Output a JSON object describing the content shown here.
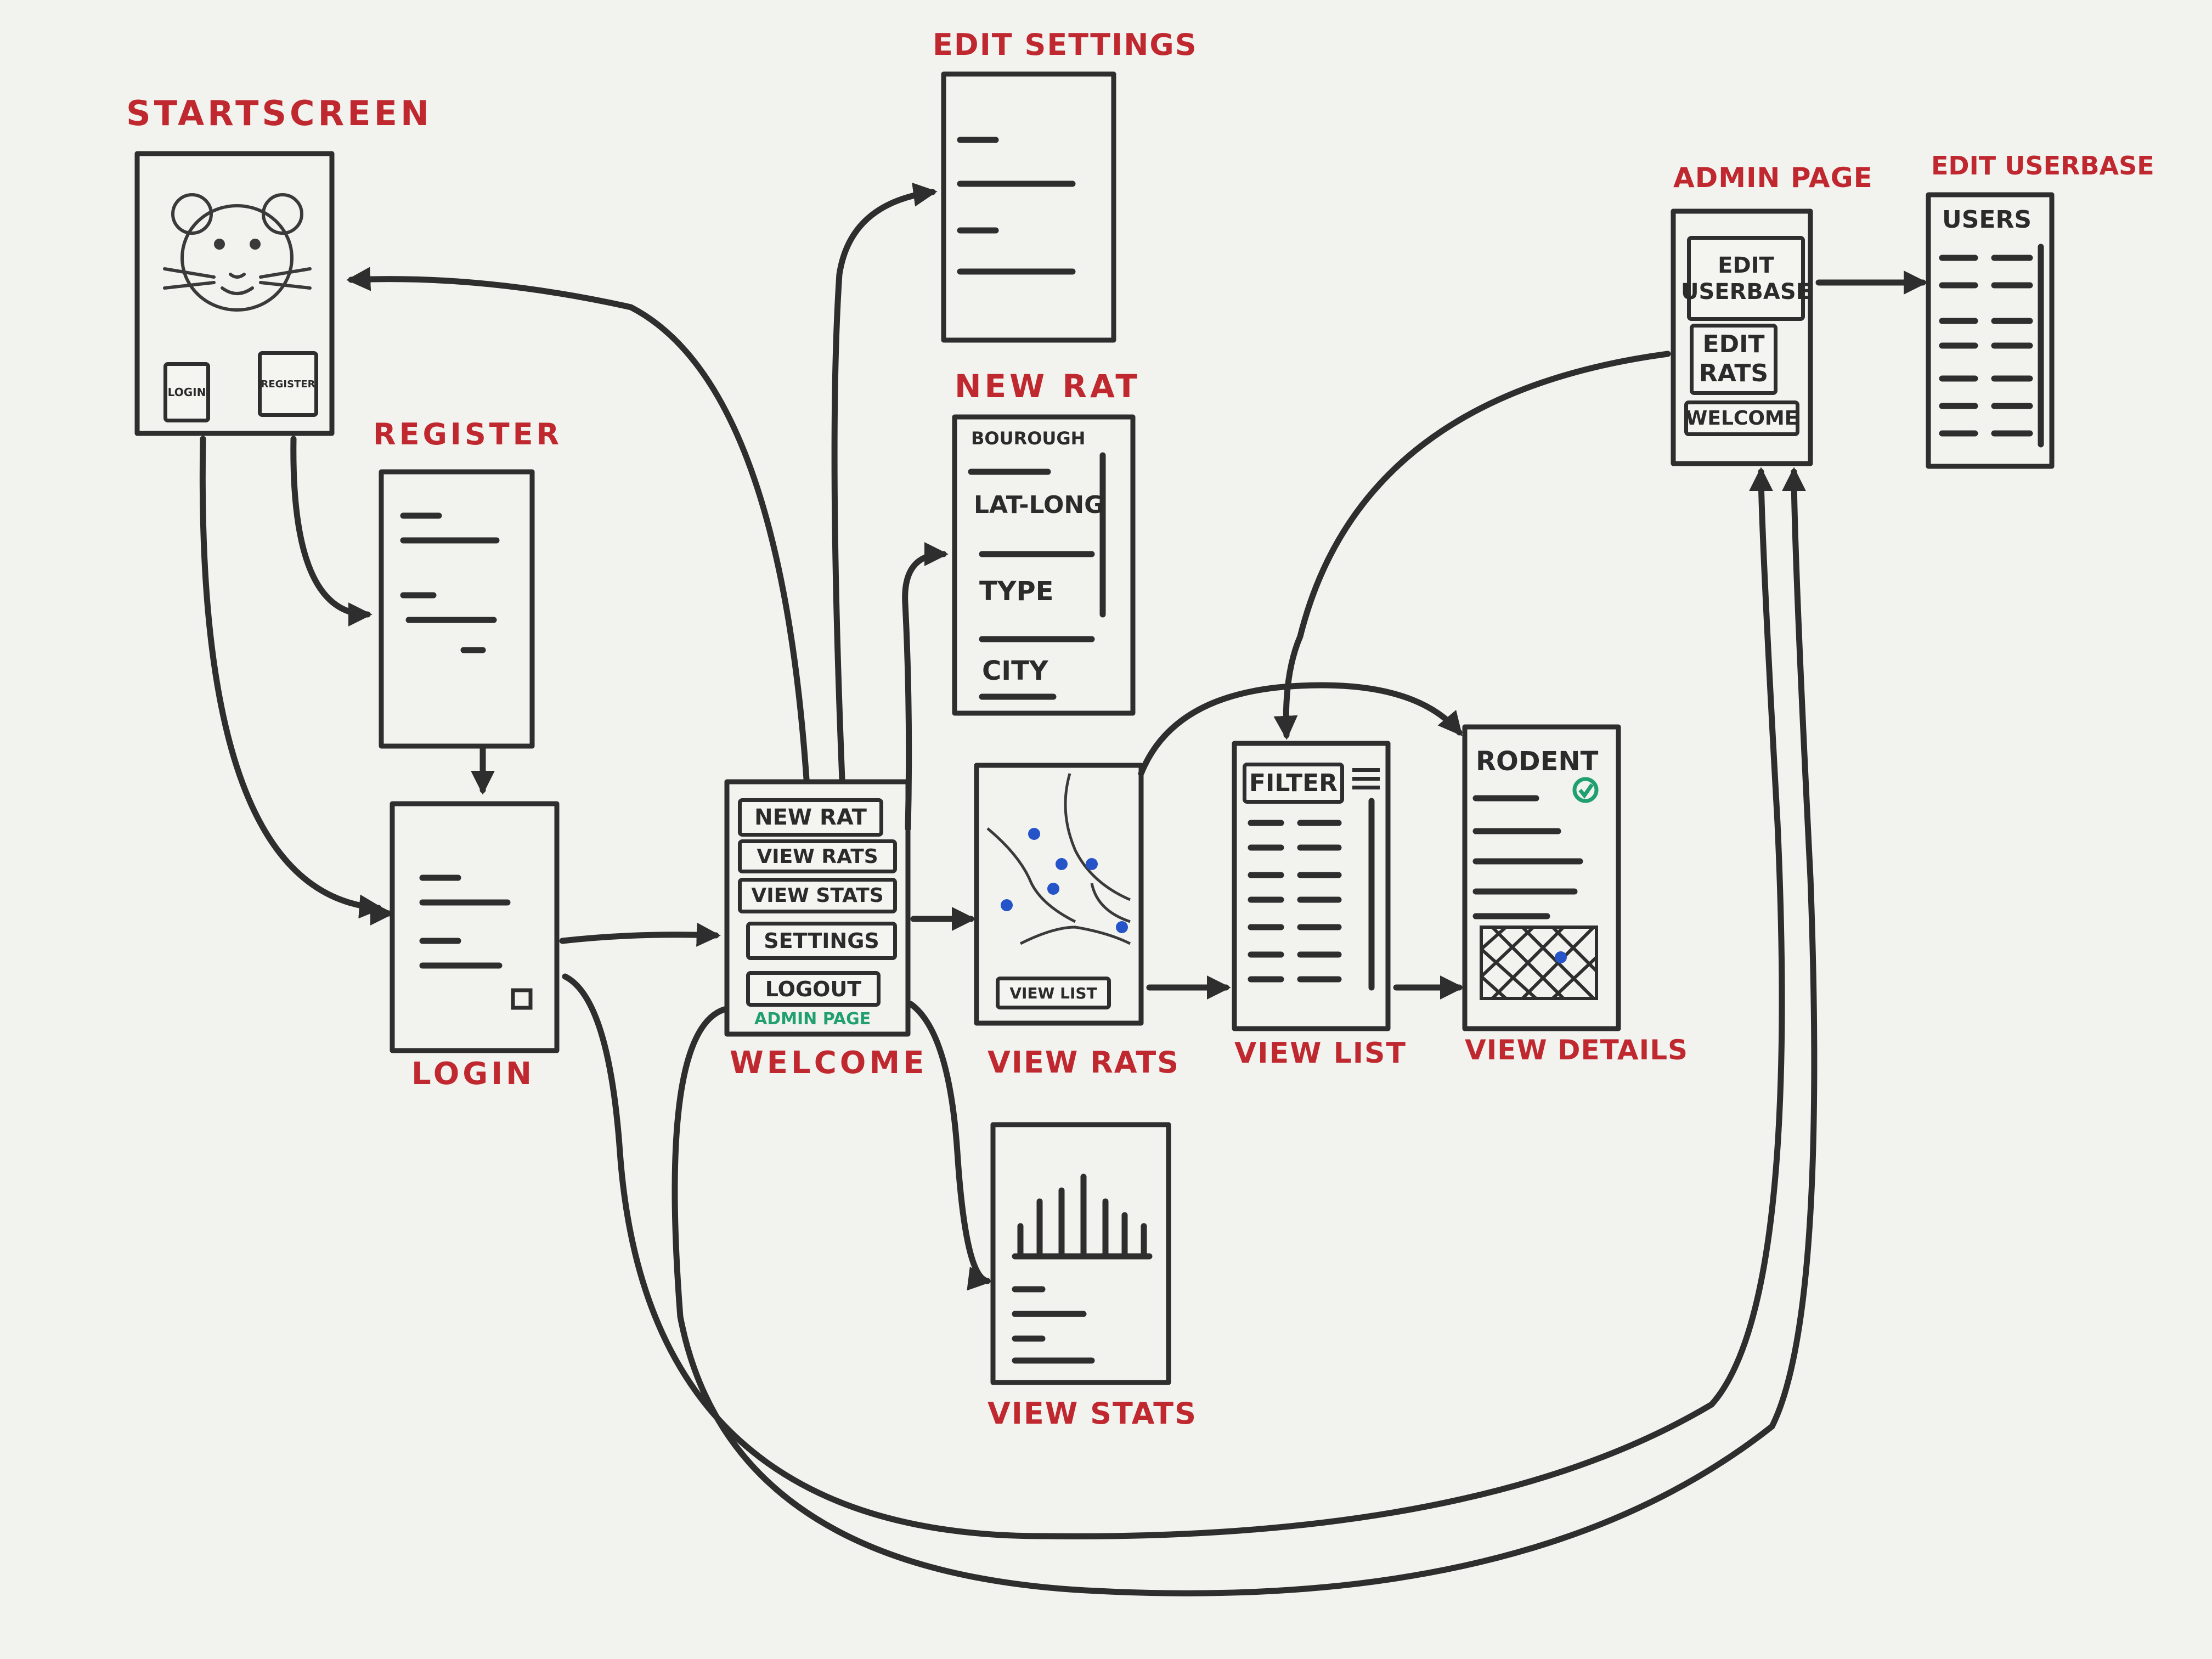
{
  "colors": {
    "ink": "#2e2e2e",
    "title": "#c0282f",
    "accent_green": "#1fa06e",
    "pin": "#2454c8",
    "board": "#f2f2ef"
  },
  "titles": {
    "startscreen": "STARTSCREEN",
    "register": "REGISTER",
    "login": "LOGIN",
    "welcome": "WELCOME",
    "edit_settings": "EDIT SETTINGS",
    "new_rat": "NEW RAT",
    "view_rats": "VIEW RATS",
    "view_list": "VIEW LIST",
    "view_details": "VIEW DETAILS",
    "view_stats": "VIEW STATS",
    "admin_page": "ADMIN PAGE",
    "edit_userbase": "EDIT USERBASE"
  },
  "startscreen": {
    "login_button": "LOGIN",
    "register_button": "REGISTER",
    "icon": "rat-face-icon"
  },
  "welcome": {
    "buttons": [
      "NEW RAT",
      "VIEW RATS",
      "VIEW STATS",
      "SETTINGS",
      "LOGOUT"
    ],
    "admin_link": "ADMIN PAGE"
  },
  "new_rat": {
    "fields": [
      "BOUROUGH",
      "LAT-LONG",
      "TYPE",
      "CITY"
    ]
  },
  "view_rats": {
    "view_list_button": "VIEW LIST"
  },
  "view_list": {
    "filter_label": "FILTER"
  },
  "view_details": {
    "heading": "RODENT"
  },
  "admin": {
    "buttons": [
      "EDIT USERBASE",
      "EDIT RATS",
      "WELCOME"
    ]
  },
  "userbase": {
    "header": "USERS"
  }
}
